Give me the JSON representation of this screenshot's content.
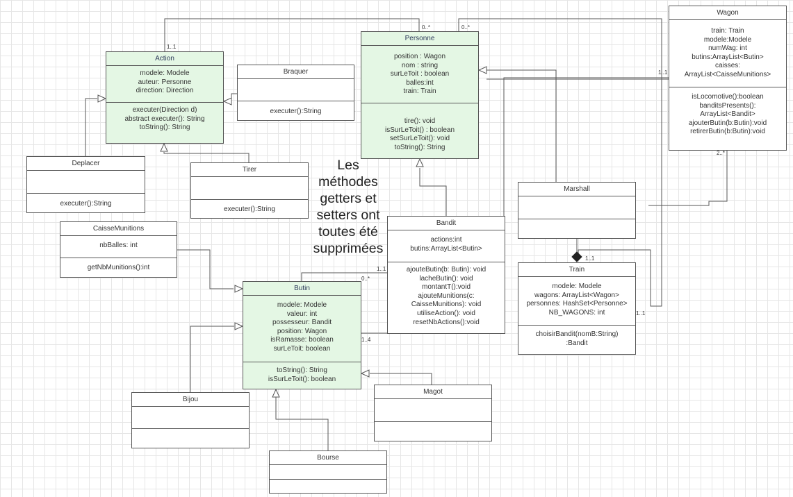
{
  "note": [
    "Les",
    "méthodes",
    "getters et",
    "setters ont",
    "toutes été",
    "supprimées"
  ],
  "classes": {
    "action": {
      "name": "Action",
      "attributes": [
        "modele: Modele",
        "auteur: Personne",
        "direction: Direction"
      ],
      "methods": [
        "executer(Direction d)",
        "abstract executer(): String",
        "toString(): String"
      ]
    },
    "braquer": {
      "name": "Braquer",
      "attributes": [],
      "methods": [
        "executer():String"
      ]
    },
    "deplacer": {
      "name": "Deplacer",
      "attributes": [],
      "methods": [
        "executer():String"
      ]
    },
    "tirer": {
      "name": "Tirer",
      "attributes": [],
      "methods": [
        "executer():String"
      ]
    },
    "personne": {
      "name": "Personne",
      "attributes": [
        "position : Wagon",
        "nom : string",
        "surLeToit : boolean",
        "balles:int",
        "train: Train"
      ],
      "methods": [
        "tire(): void",
        "isSurLeToit() : boolean",
        "setSurLeToit(): void",
        "toString(): String"
      ]
    },
    "wagon": {
      "name": "Wagon",
      "attributes": [
        "train: Train",
        "modele:Modele",
        "numWag: int",
        "butins:ArrayList<Butin>",
        "caisses:",
        "ArrayList<CaisseMunitions>"
      ],
      "methods": [
        "isLocomotive():boolean",
        "banditsPresents():",
        "ArrayList<Bandit>",
        "ajouterButin(b:Butin):void",
        "retirerButin(b:Butin):void"
      ]
    },
    "marshall": {
      "name": "Marshall",
      "attributes": [],
      "methods": []
    },
    "caisse": {
      "name": "CaisseMunitions",
      "attributes": [
        "nbBalles: int"
      ],
      "methods": [
        "getNbMunitions():int"
      ]
    },
    "bandit": {
      "name": "Bandit",
      "attributes": [
        "actions:int",
        "butins:ArrayList<Butin>"
      ],
      "methods": [
        "ajouteButin(b: Butin): void",
        "lacheButin(): void",
        "montantT():void",
        "ajouteMunitions(c:",
        "CaisseMunitions): void",
        "utiliseAction(): void",
        "resetNbActions():void"
      ]
    },
    "butin": {
      "name": "Butin",
      "attributes": [
        "modele: Modele",
        "valeur: int",
        "possesseur: Bandit",
        "position: Wagon",
        "isRamasse: boolean",
        "surLeToit: boolean"
      ],
      "methods": [
        "toString(): String",
        "isSurLeToit(): boolean"
      ]
    },
    "train": {
      "name": "Train",
      "attributes": [
        "modele: Modele",
        "wagons: ArrayList<Wagon>",
        "personnes: HashSet<Personne>",
        "NB_WAGONS: int"
      ],
      "methods": [
        "choisirBandit(nomB:String)",
        ":Bandit"
      ]
    },
    "bijou": {
      "name": "Bijou",
      "attributes": [],
      "methods": []
    },
    "magot": {
      "name": "Magot",
      "attributes": [],
      "methods": []
    },
    "bourse": {
      "name": "Bourse",
      "attributes": [],
      "methods": []
    }
  },
  "multiplicities": {
    "action_personne_action_end": "1..1",
    "action_personne_personne_end": "0..*",
    "personne_wagon_personne_end": "0..*",
    "wagon_personne_wagon_end": "1..1",
    "wagon_train_wagon_end": "2..*",
    "train_marshall_train_end": "1..1",
    "train_wagon_train_end": "1..1",
    "bandit_butin_bandit_end": "1..1",
    "bandit_butin_butin_end": "0..*",
    "wagon_butin_butin_end": "1..4"
  }
}
